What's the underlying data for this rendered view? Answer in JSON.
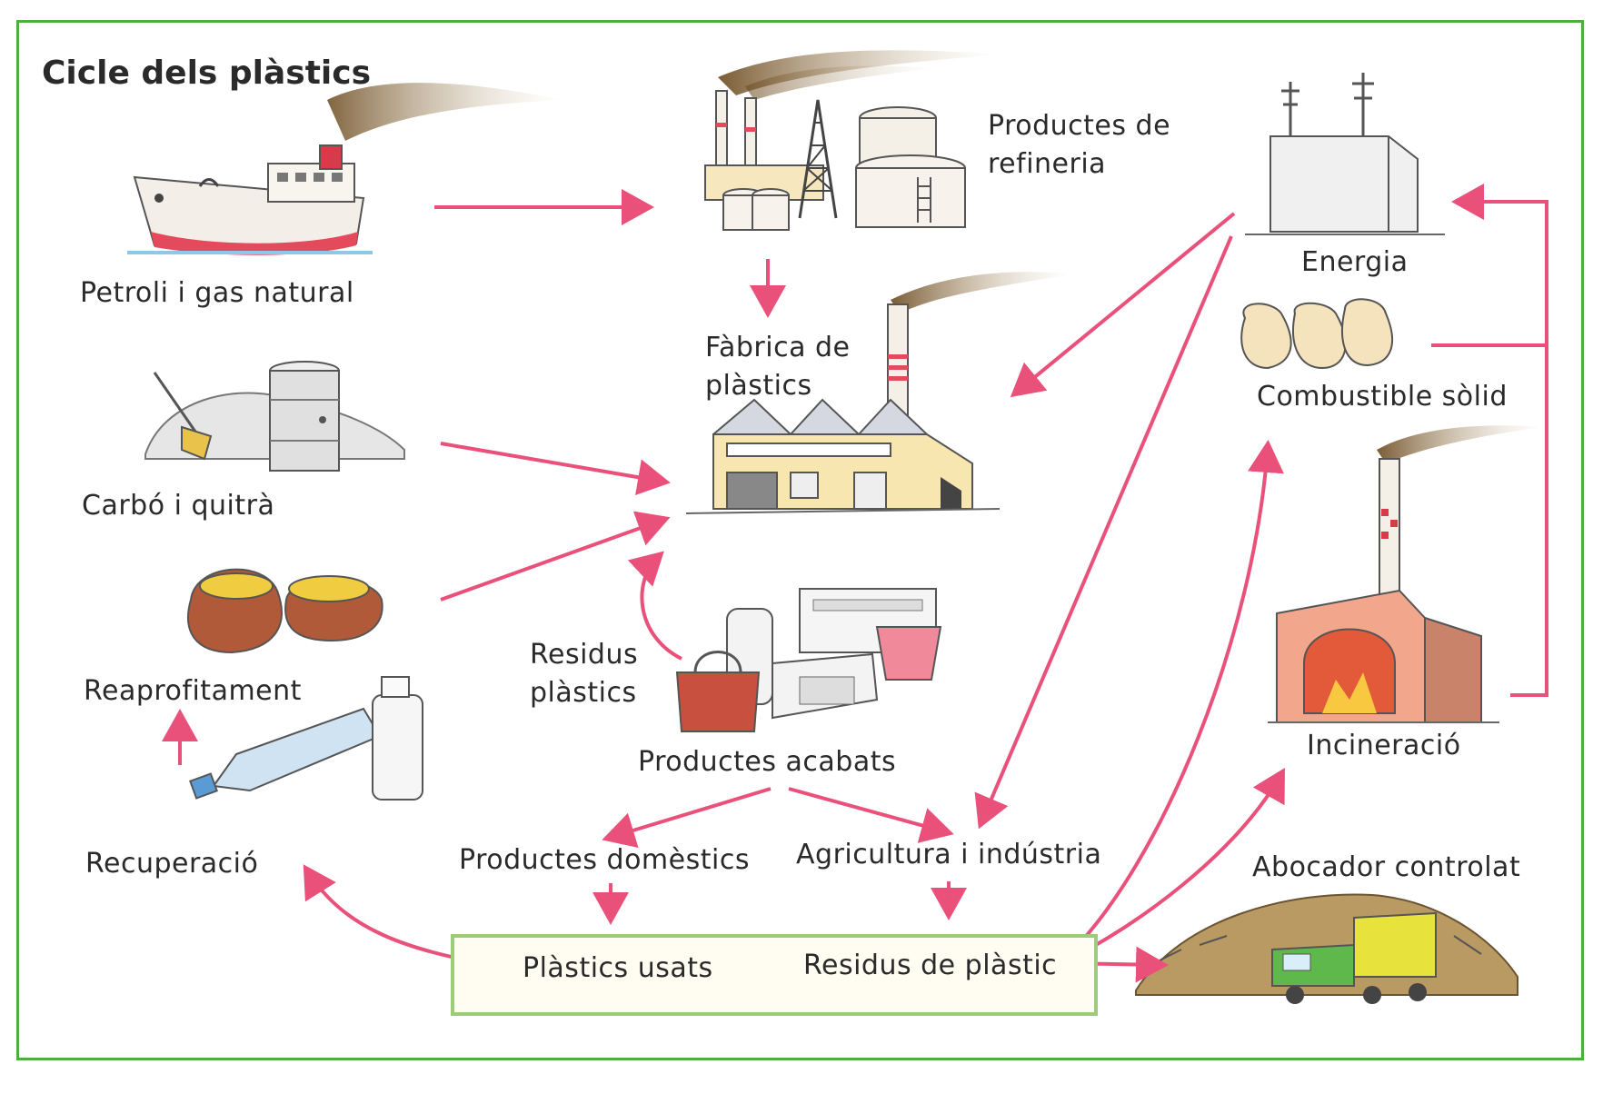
{
  "title": "Cicle dels plàstics",
  "colors": {
    "frame": "#4caf3f",
    "arrow": "#e9507a",
    "usedbox": "#9ccc7a"
  },
  "labels": {
    "petroli": "Petroli i gas natural",
    "productes_refineria_1": "Productes de",
    "productes_refineria_2": "refineria",
    "energia": "Energia",
    "fabrica_1": "Fàbrica de",
    "fabrica_2": "plàstics",
    "combustible": "Combustible sòlid",
    "carbo": "Carbó i quitrà",
    "reaprofitament": "Reaprofitament",
    "residus_1": "Residus",
    "residus_2": "plàstics",
    "productes_acabats": "Productes acabats",
    "incineracio": "Incineració",
    "recuperacio": "Recuperació",
    "domestics": "Productes domèstics",
    "agricultura": "Agricultura i indústria",
    "abocador": "Abocador controlat",
    "plastics_usats": "Plàstics usats",
    "residus_plastic": "Residus de plàstic"
  },
  "icons": [
    "ship-icon",
    "refinery-icon",
    "power-plant-icon",
    "factory-icon",
    "fuel-sacks-icon",
    "coal-barrel-icon",
    "recycled-sacks-icon",
    "bottles-icon",
    "finished-products-icon",
    "incinerator-icon",
    "landfill-truck-icon"
  ]
}
